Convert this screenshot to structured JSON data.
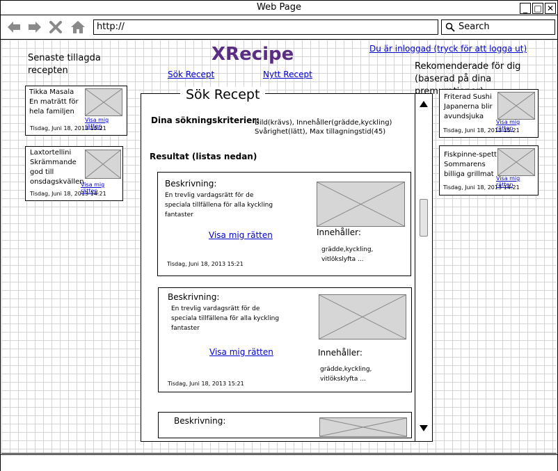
{
  "window": {
    "title": "Web Page"
  },
  "toolbar": {
    "url": "http://",
    "search_placeholder": "Search"
  },
  "header": {
    "logo": "XRecipe",
    "login_link": "Du är inloggad (tryck för att logga ut)",
    "nav_search": "Sök Recept",
    "nav_new": "Nytt Recept"
  },
  "left": {
    "heading_line1": "Senaste tillagda",
    "heading_line2": "recepten",
    "items": [
      {
        "line1": "Tikka Masala",
        "line2": "En maträtt för",
        "line3": "hela familjen",
        "line4": "",
        "link": "Visa mig rätten",
        "date": "Tisdag, Juni 18, 2013 15:21"
      },
      {
        "line1": "Laxtortellini",
        "line2": "Skrämmande",
        "line3": "god till",
        "line4": "onsdagskvällen",
        "link": "Visa mig rätten",
        "date": "Tisdag, Juni 18, 2013 14:21"
      }
    ]
  },
  "right": {
    "heading_line1": "Rekomenderade för dig",
    "heading_line2": "(baserad på dina premurationer)",
    "items": [
      {
        "line1": "Friterad Sushi",
        "line2": "Japanerna blir",
        "line3": "avundsjuka",
        "link": "Visa mig rätten",
        "date": "Tisdag, Juni 18, 2013 15:21"
      },
      {
        "line1": "Fiskpinne-spett",
        "line2": "Sommarens",
        "line3": "billiga grillmat",
        "link": "Visa mig rätten",
        "date": "Tisdag, Juni 18, 2013 14:21"
      }
    ]
  },
  "main": {
    "title": "Sök Recept",
    "criteria_label": "Dina sökningskriterier:",
    "criteria_line1": "Bild(krävs), Innehåller(grädde,kyckling)",
    "criteria_line2": "Svårighet(lätt), Max tillagningstid(45)",
    "results_label": "Resultat (listas nedan)",
    "results": [
      {
        "desc_label": "Beskrivning:",
        "desc_line1": "En trevlig vardagsrätt för de",
        "desc_line2": "speciala tillfällena för alla kyckling",
        "desc_line3": "fantaster",
        "link": "Visa mig rätten",
        "contains_label": "Innehåller:",
        "contains_line1": "grädde,kyckling,",
        "contains_line2": "vitlökslyfta ...",
        "date": "Tisdag, Juni 18, 2013 15:21"
      },
      {
        "desc_label": "Beskrivning:",
        "desc_line1": "En trevlig vardagsrätt för de",
        "desc_line2": "speciala tillfällena för alla kyckling",
        "desc_line3": "fantaster",
        "link": "Visa mig rätten",
        "contains_label": "Innehåller:",
        "contains_line1": "grädde,kyckling,",
        "contains_line2": "vitlöksklyfta ...",
        "date": "Tisdag, Juni 18, 2013 15:21"
      },
      {
        "desc_label": "Beskrivning:"
      }
    ]
  }
}
